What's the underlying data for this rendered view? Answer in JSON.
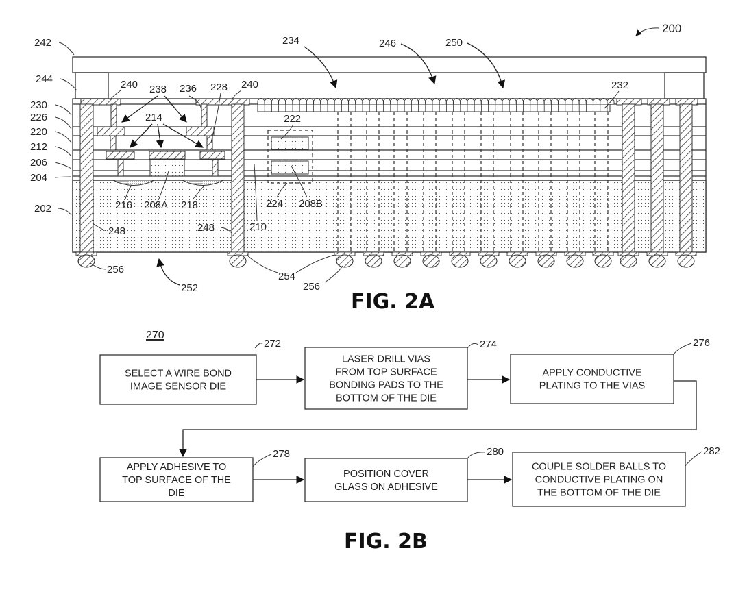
{
  "figure_2a": {
    "title": "FIG. 2A",
    "reference": "200",
    "labels": {
      "l242": "242",
      "l244": "244",
      "l230": "230",
      "l226": "226",
      "l220": "220",
      "l212": "212",
      "l206": "206",
      "l204": "204",
      "l202": "202",
      "l240a": "240",
      "l238": "238",
      "l236": "236",
      "l228": "228",
      "l240b": "240",
      "l214": "214",
      "l222": "222",
      "l234": "234",
      "l246": "246",
      "l250": "250",
      "l232": "232",
      "l216": "216",
      "l208a": "208A",
      "l218": "218",
      "l224": "224",
      "l208b": "208B",
      "l210": "210",
      "l248a": "248",
      "l248b": "248",
      "l256a": "256",
      "l252": "252",
      "l254": "254",
      "l256b": "256"
    }
  },
  "figure_2b": {
    "title": "FIG. 2B",
    "reference": "270",
    "steps": [
      {
        "id": "272",
        "lines": [
          "SELECT A WIRE BOND",
          "IMAGE SENSOR DIE"
        ]
      },
      {
        "id": "274",
        "lines": [
          "LASER DRILL VIAS",
          "FROM TOP SURFACE",
          "BONDING PADS TO THE",
          "BOTTOM OF THE DIE"
        ]
      },
      {
        "id": "276",
        "lines": [
          "APPLY CONDUCTIVE",
          "PLATING TO THE VIAS"
        ]
      },
      {
        "id": "278",
        "lines": [
          "APPLY ADHESIVE TO",
          "TOP SURFACE OF THE",
          "DIE"
        ]
      },
      {
        "id": "280",
        "lines": [
          "POSITION COVER",
          "GLASS ON ADHESIVE"
        ]
      },
      {
        "id": "282",
        "lines": [
          "COUPLE SOLDER BALLS TO",
          "CONDUCTIVE PLATING ON",
          "THE BOTTOM OF THE DIE"
        ]
      }
    ]
  }
}
